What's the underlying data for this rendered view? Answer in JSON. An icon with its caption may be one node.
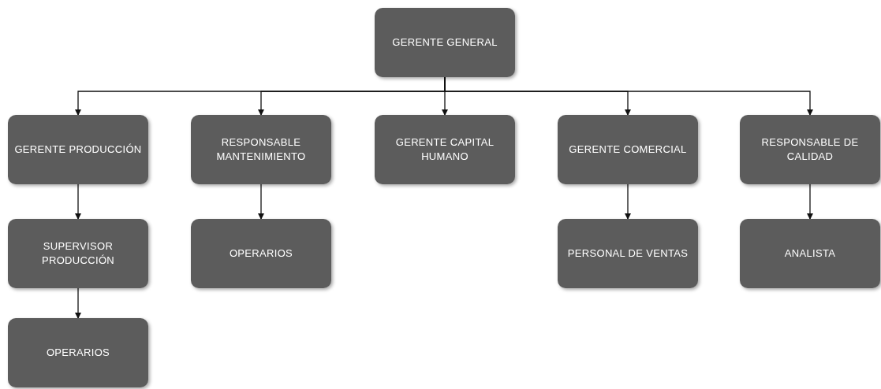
{
  "diagram": {
    "nodes": [
      {
        "text": [
          "GERENTE GENERAL"
        ]
      },
      {
        "text": [
          "GERENTE PRODUCCIÓN"
        ]
      },
      {
        "text": [
          "RESPONSABLE MANTENIMIENTO"
        ]
      },
      {
        "text": [
          "GERENTE CAPITAL HUMANO"
        ]
      },
      {
        "text": [
          "GERENTE COMERCIAL"
        ]
      },
      {
        "text": [
          "RESPONSABLE DE CALIDAD"
        ]
      },
      {
        "text": [
          "SUPERVISOR PRODUCCIÓN"
        ]
      },
      {
        "text": [
          "OPERARIOS"
        ]
      },
      {
        "text": [
          "PERSONAL DE VENTAS"
        ]
      },
      {
        "text": [
          "ANALISTA"
        ]
      },
      {
        "text": [
          "OPERARIOS"
        ]
      }
    ],
    "edges": [
      {
        "from": 0,
        "to": 1,
        "arrow": "to"
      },
      {
        "from": 0,
        "to": 2,
        "arrow": "to"
      },
      {
        "from": 0,
        "to": 3,
        "arrow": "to"
      },
      {
        "from": 0,
        "to": 4,
        "arrow": "to"
      },
      {
        "from": 0,
        "to": 5,
        "arrow": "to"
      },
      {
        "from": 1,
        "to": 6,
        "arrow": "to"
      },
      {
        "from": 2,
        "to": 7,
        "arrow": "to"
      },
      {
        "from": 4,
        "to": 8,
        "arrow": "to"
      },
      {
        "from": 5,
        "to": 9,
        "arrow": "to"
      },
      {
        "from": 6,
        "to": 10,
        "arrow": "to"
      }
    ]
  }
}
